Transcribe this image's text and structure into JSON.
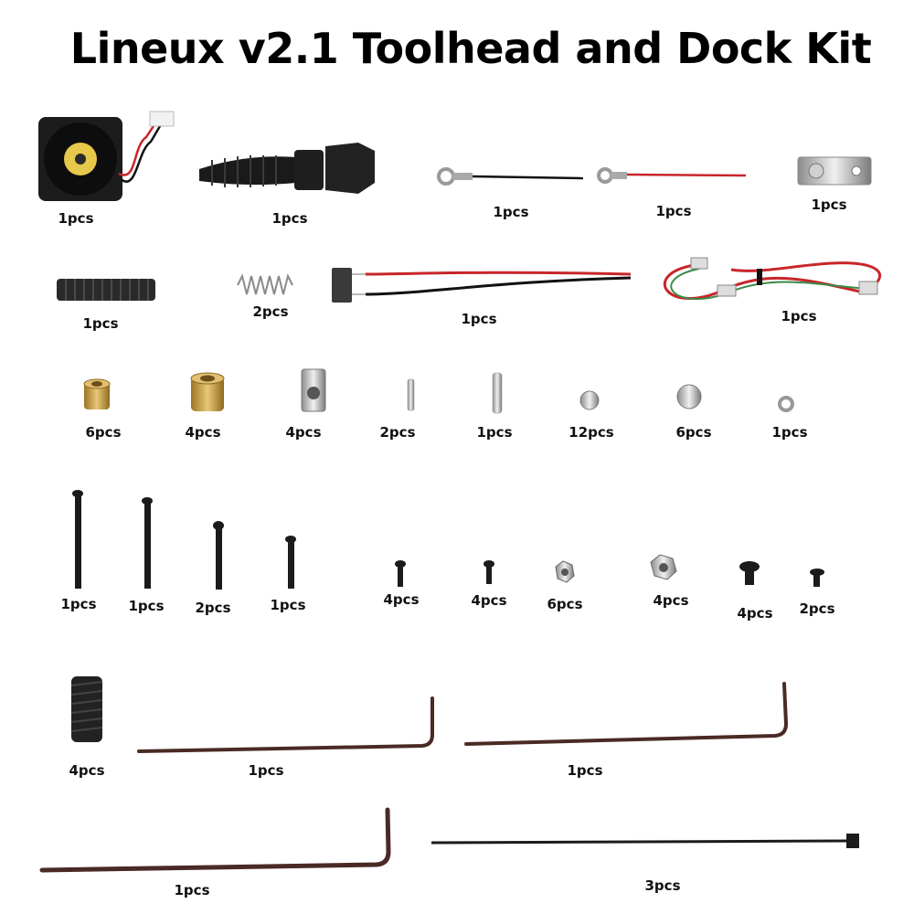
{
  "title": "Lineux v2.1 Toolhead and Dock Kit",
  "colors": {
    "background": "#ffffff",
    "text": "#000000",
    "black_part": "#1b1b1b",
    "brass": "#c9a04a",
    "steel": "#b8b8b8",
    "wire_red": "#c8262a",
    "allen_key": "#4a2a25"
  },
  "items": [
    {
      "name": "cooling-fan",
      "qty": "1pcs"
    },
    {
      "name": "cable-gland",
      "qty": "1pcs"
    },
    {
      "name": "black-wire-ring-terminal",
      "qty": "1pcs"
    },
    {
      "name": "red-wire-ring-terminal",
      "qty": "1pcs"
    },
    {
      "name": "metal-plate",
      "qty": "1pcs"
    },
    {
      "name": "cable-chain",
      "qty": "1pcs"
    },
    {
      "name": "spring",
      "qty": "2pcs"
    },
    {
      "name": "microswitch",
      "qty": "1pcs"
    },
    {
      "name": "rgb-led-cable",
      "qty": "1pcs"
    },
    {
      "name": "brass-insert-small",
      "qty": "6pcs"
    },
    {
      "name": "brass-insert-large",
      "qty": "4pcs"
    },
    {
      "name": "t-nut",
      "qty": "4pcs"
    },
    {
      "name": "dowel-pin-short",
      "qty": "2pcs"
    },
    {
      "name": "dowel-pin-long",
      "qty": "1pcs"
    },
    {
      "name": "magnet-small",
      "qty": "12pcs"
    },
    {
      "name": "magnet-large",
      "qty": "6pcs"
    },
    {
      "name": "washer",
      "qty": "1pcs"
    },
    {
      "name": "screw-extra-long",
      "qty": "1pcs"
    },
    {
      "name": "screw-long",
      "qty": "1pcs"
    },
    {
      "name": "screw-medium",
      "qty": "2pcs"
    },
    {
      "name": "screw-short-medium",
      "qty": "1pcs"
    },
    {
      "name": "screw-short-a",
      "qty": "4pcs"
    },
    {
      "name": "screw-short-b",
      "qty": "4pcs"
    },
    {
      "name": "hex-nut-small",
      "qty": "6pcs"
    },
    {
      "name": "hex-nut-large",
      "qty": "4pcs"
    },
    {
      "name": "button-head-screw-large",
      "qty": "4pcs"
    },
    {
      "name": "button-head-screw-small",
      "qty": "2pcs"
    },
    {
      "name": "set-screw",
      "qty": "4pcs"
    },
    {
      "name": "allen-key-a",
      "qty": "1pcs"
    },
    {
      "name": "allen-key-b",
      "qty": "1pcs"
    },
    {
      "name": "allen-key-c",
      "qty": "1pcs"
    },
    {
      "name": "cable-tie",
      "qty": "3pcs"
    }
  ]
}
